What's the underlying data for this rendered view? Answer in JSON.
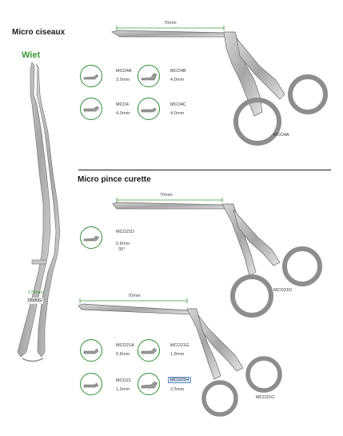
{
  "section1": {
    "title": "Micro ciseaux",
    "brand": "Wiet"
  },
  "section2": {
    "title": "Micro pince curette"
  },
  "measure": {
    "label": "70mm"
  },
  "scissors": {
    "length": "170mm",
    "code": "N580G"
  },
  "forceps_mco4a": {
    "code": "MCO4A",
    "tips": [
      {
        "code": "MCO4A",
        "size": "3,0mm"
      },
      {
        "code": "MCO4B",
        "size": "4,0mm"
      },
      {
        "code": "MCO4",
        "size": "4,0mm"
      },
      {
        "code": "MCO4C",
        "size": "4,0mm"
      }
    ]
  },
  "curette_mco21d": {
    "code": "MCO21D",
    "tip": {
      "code": "MCO21D",
      "size": "0,8mm",
      "angle": "30°"
    }
  },
  "curette_mco21g": {
    "code": "MCO21G",
    "tips": [
      {
        "code": "MCO21A",
        "size": "0,8mm"
      },
      {
        "code": "MCO21G",
        "size": "1,8mm"
      },
      {
        "code": "MCO21",
        "size": "1,0mm"
      },
      {
        "code": "MCO21H",
        "size": "2,5mm"
      }
    ]
  },
  "colors": {
    "accent": "#2f8f36",
    "steel": "#9a9a9a"
  }
}
